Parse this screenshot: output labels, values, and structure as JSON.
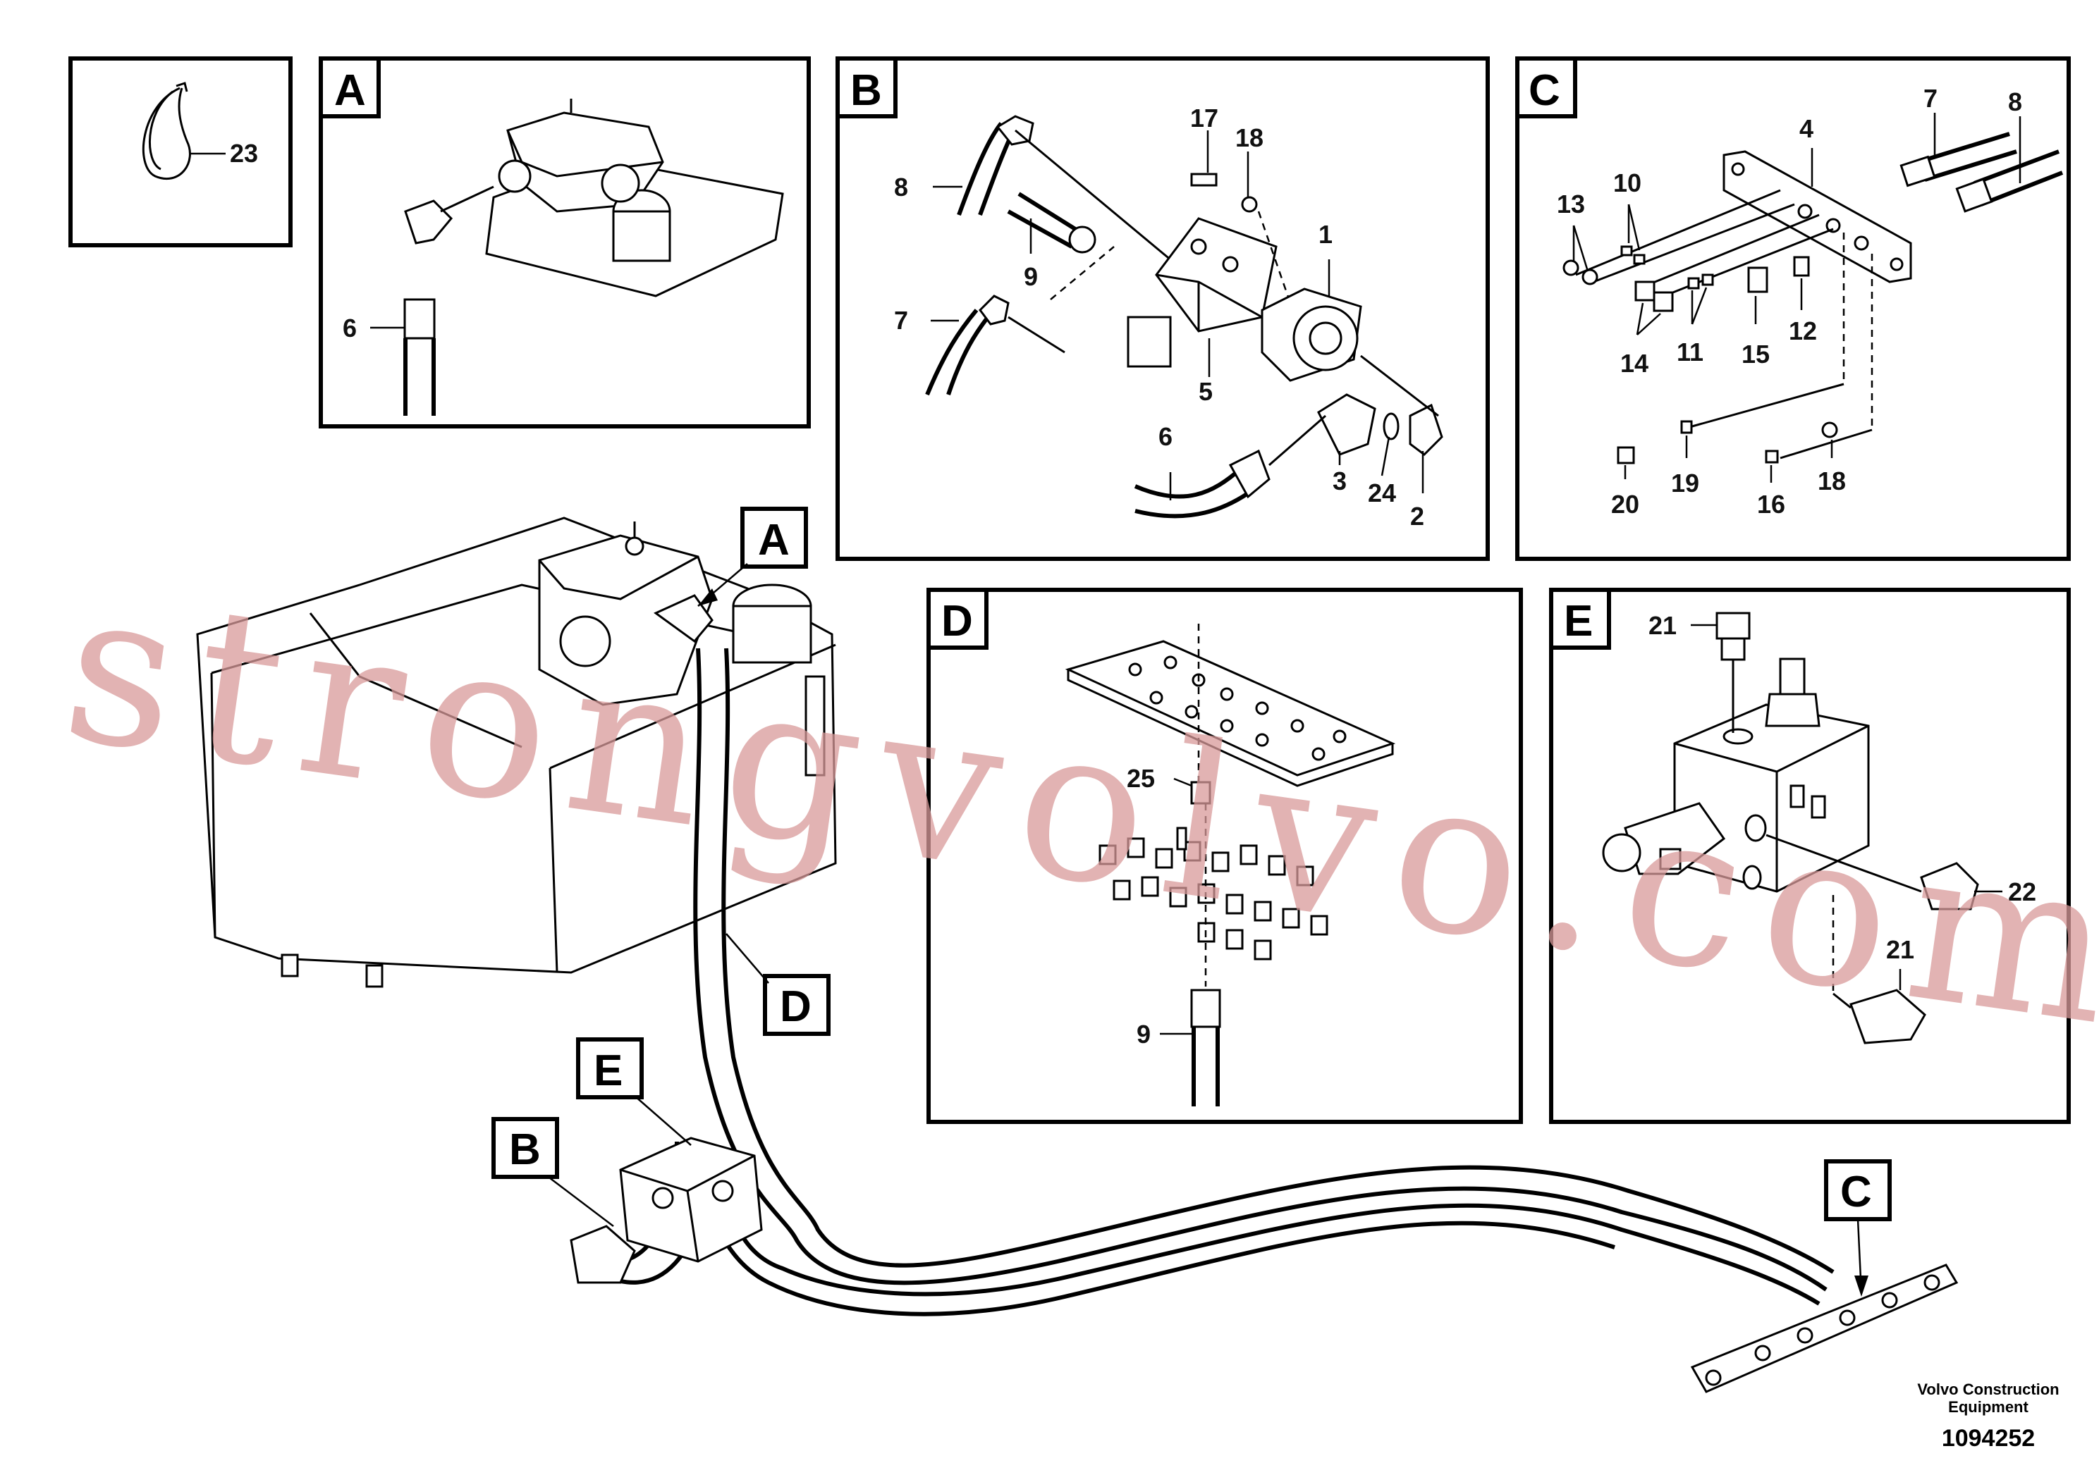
{
  "panels": {
    "tie": {
      "callouts": [
        "23"
      ]
    },
    "A": {
      "tag": "A",
      "callouts": [
        "6"
      ]
    },
    "B": {
      "tag": "B",
      "callouts": [
        "17",
        "18",
        "8",
        "1",
        "9",
        "7",
        "5",
        "6",
        "3",
        "24",
        "2"
      ]
    },
    "C": {
      "tag": "C",
      "callouts": [
        "4",
        "7",
        "8",
        "13",
        "10",
        "14",
        "11",
        "15",
        "12",
        "20",
        "19",
        "16",
        "18"
      ]
    },
    "D": {
      "tag": "D",
      "callouts": [
        "25",
        "9"
      ]
    },
    "E": {
      "tag": "E",
      "callouts": [
        "21",
        "22",
        "21"
      ]
    }
  },
  "main_tags": {
    "A": "A",
    "D": "D",
    "E": "E",
    "B": "B",
    "C": "C"
  },
  "watermark": "strongvolvo.com",
  "footer": {
    "brand_line1": "Volvo Construction",
    "brand_line2": "Equipment",
    "doc_number": "1094252"
  }
}
